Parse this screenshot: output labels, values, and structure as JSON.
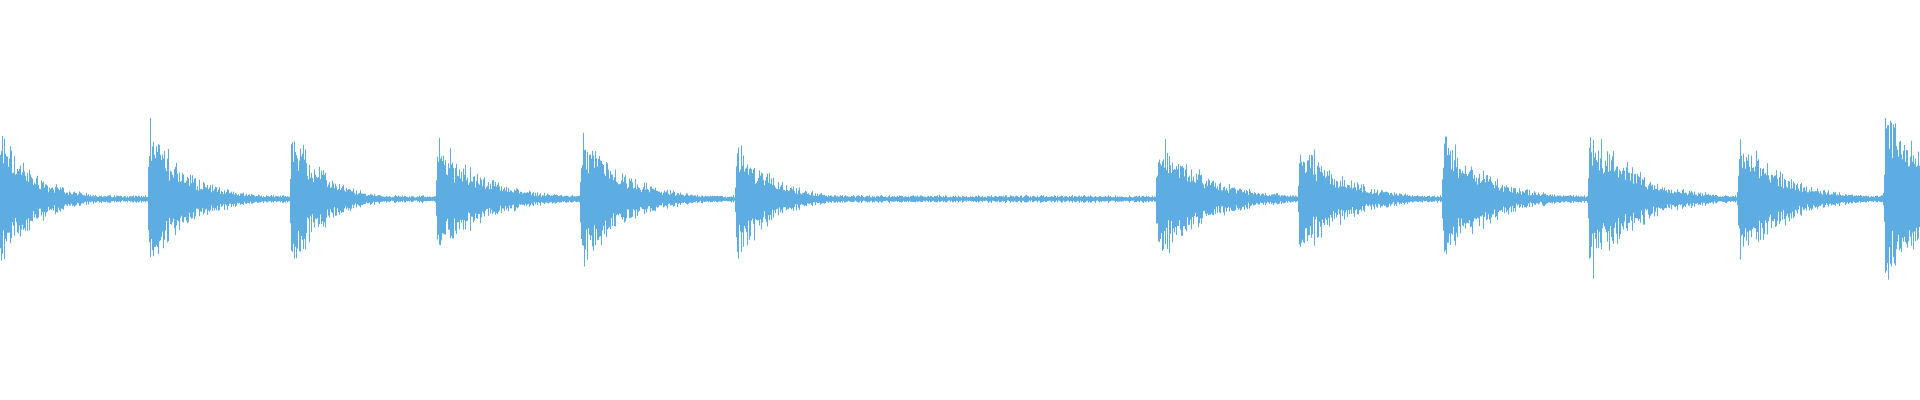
{
  "waveform": {
    "color": "#5dade2",
    "background": "#ffffff",
    "baseline_amplitude": 0.03,
    "onsets": [
      {
        "time": 0.0,
        "peak": 0.8,
        "decay": 0.018
      },
      {
        "time": 0.078,
        "peak": 0.85,
        "decay": 0.02
      },
      {
        "time": 0.152,
        "peak": 0.86,
        "decay": 0.016
      },
      {
        "time": 0.228,
        "peak": 0.7,
        "decay": 0.024
      },
      {
        "time": 0.303,
        "peak": 0.78,
        "decay": 0.022
      },
      {
        "time": 0.384,
        "peak": 0.74,
        "decay": 0.018
      },
      {
        "time": 0.603,
        "peak": 0.73,
        "decay": 0.025
      },
      {
        "time": 0.677,
        "peak": 0.72,
        "decay": 0.022
      },
      {
        "time": 0.752,
        "peak": 0.78,
        "decay": 0.022
      },
      {
        "time": 0.828,
        "peak": 0.88,
        "decay": 0.024
      },
      {
        "time": 0.906,
        "peak": 0.8,
        "decay": 0.022
      },
      {
        "time": 0.982,
        "peak": 1.0,
        "decay": 0.03
      }
    ]
  }
}
